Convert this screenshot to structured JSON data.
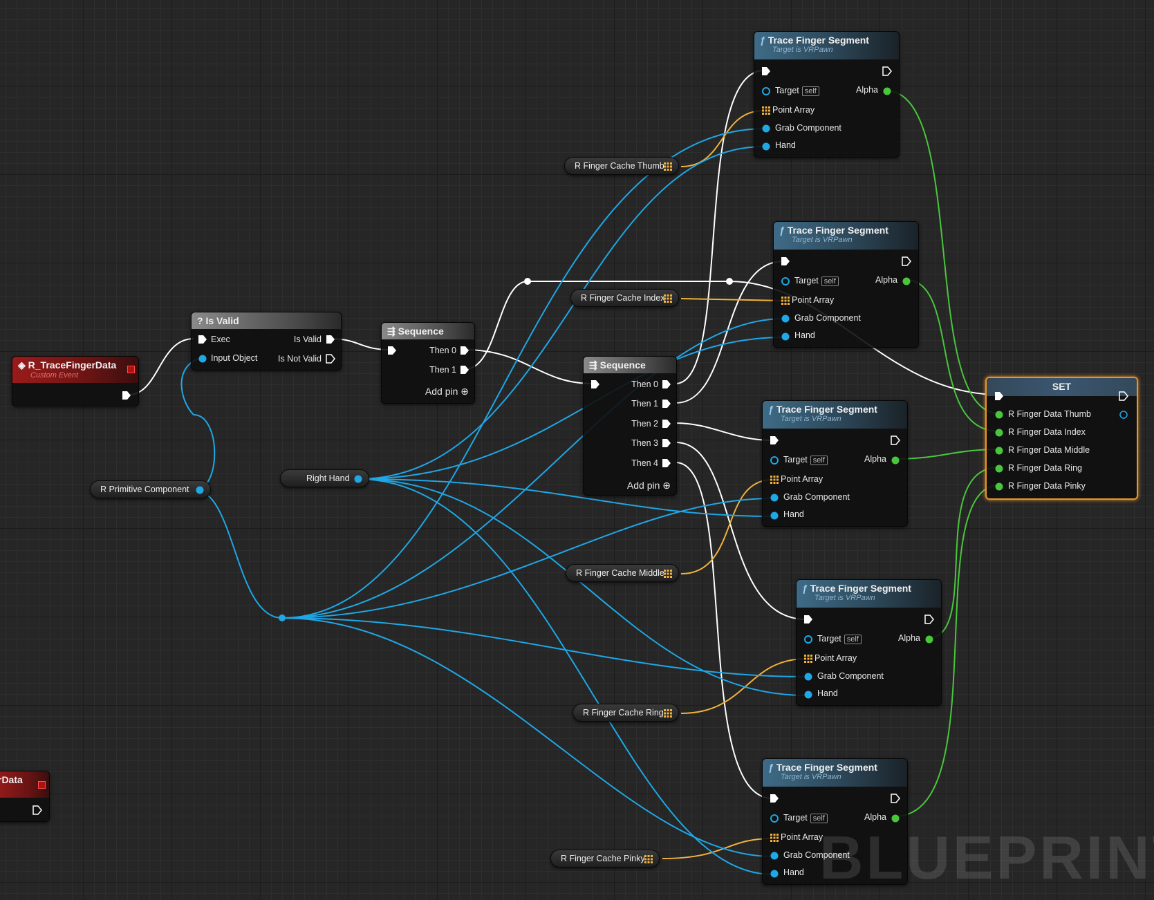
{
  "colors": {
    "exec": "#ffffff",
    "object": "#1fa7e6",
    "float": "#49c63c",
    "struct_array": "#f2b33c",
    "selection": "#e8952a"
  },
  "event_node": {
    "title": "R_TraceFingerData",
    "subtitle": "Custom Event"
  },
  "event_node_partial": {
    "title": "rData"
  },
  "is_valid": {
    "title": "Is Valid",
    "pins": {
      "exec": "Exec",
      "input": "Input Object",
      "valid": "Is Valid",
      "not_valid": "Is Not Valid"
    }
  },
  "sequence1": {
    "title": "Sequence",
    "outputs": [
      "Then 0",
      "Then 1"
    ],
    "add_pin": "Add pin"
  },
  "sequence2": {
    "title": "Sequence",
    "outputs": [
      "Then 0",
      "Then 1",
      "Then 2",
      "Then 3",
      "Then 4"
    ],
    "add_pin": "Add pin"
  },
  "trace_nodes": [
    {
      "title": "Trace Finger Segment",
      "subtitle": "Target is VRPawn"
    },
    {
      "title": "Trace Finger Segment",
      "subtitle": "Target is VRPawn"
    },
    {
      "title": "Trace Finger Segment",
      "subtitle": "Target is VRPawn"
    },
    {
      "title": "Trace Finger Segment",
      "subtitle": "Target is VRPawn"
    },
    {
      "title": "Trace Finger Segment",
      "subtitle": "Target is VRPawn"
    }
  ],
  "trace_pins": {
    "target": "Target",
    "self": "self",
    "alpha": "Alpha",
    "point_array": "Point Array",
    "grab": "Grab Component",
    "hand": "Hand"
  },
  "variables": {
    "thumb": "R Finger Cache Thumb",
    "index": "R Finger Cache Index",
    "middle": "R Finger Cache Middle",
    "ring": "R Finger Cache Ring",
    "pinky": "R Finger Cache Pinky",
    "right_hand": "Right Hand",
    "primitive": "R Primitive Component"
  },
  "set_node": {
    "title": "SET",
    "inputs": [
      "R Finger Data Thumb",
      "R Finger Data Index",
      "R Finger Data Middle",
      "R Finger Data Ring",
      "R Finger Data Pinky"
    ]
  },
  "watermark": "BLUEPRINT"
}
